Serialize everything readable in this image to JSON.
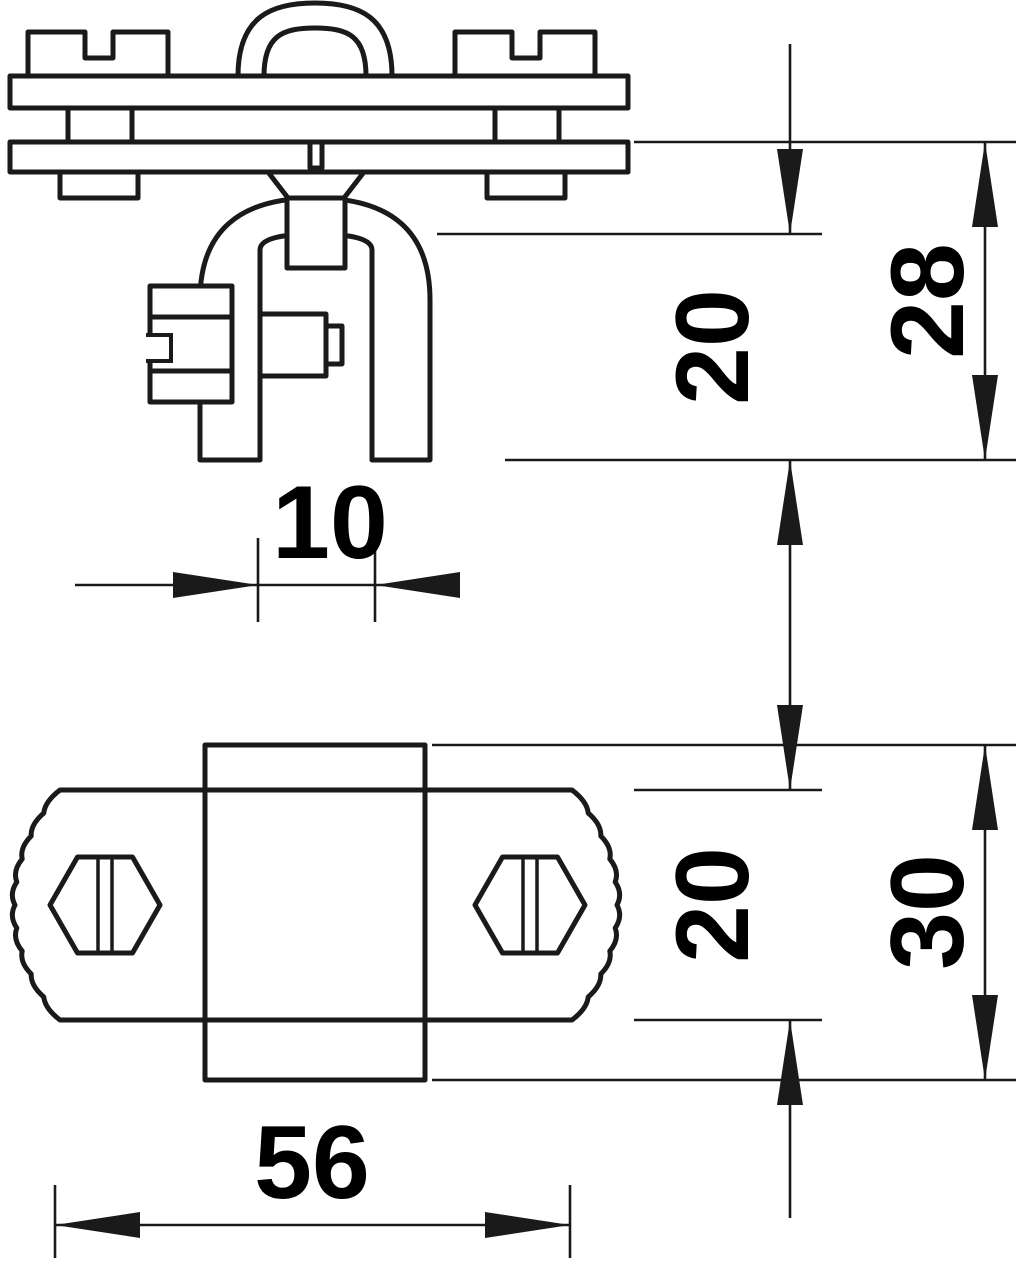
{
  "drawing": {
    "kind": "technical-dimension-drawing",
    "colors": {
      "line": "#1a1a1a",
      "background": "#ffffff"
    }
  },
  "dims": {
    "front_slot_width": "10",
    "front_clevis_height": "20",
    "front_overall_height": "28",
    "bottom_body_width": "20",
    "bottom_block_length": "30",
    "bottom_overall_width": "56"
  }
}
